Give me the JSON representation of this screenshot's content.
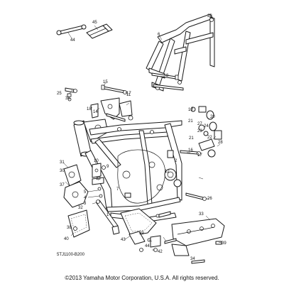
{
  "diagram": {
    "callouts": [
      "1",
      "2",
      "3",
      "4",
      "5",
      "6",
      "7",
      "8",
      "9",
      "10",
      "11",
      "12",
      "13",
      "14",
      "15",
      "16",
      "17",
      "18",
      "19",
      "20",
      "21",
      "22",
      "23",
      "24",
      "25",
      "26",
      "27",
      "28",
      "29",
      "30",
      "31",
      "32",
      "33",
      "34",
      "36",
      "37",
      "38",
      "39",
      "40",
      "41",
      "42",
      "43",
      "44",
      "45"
    ],
    "code": "5TJ1100-B200"
  },
  "footer": {
    "copyright": "©2013 Yamaha Motor Corporation, U.S.A. All rights reserved."
  }
}
